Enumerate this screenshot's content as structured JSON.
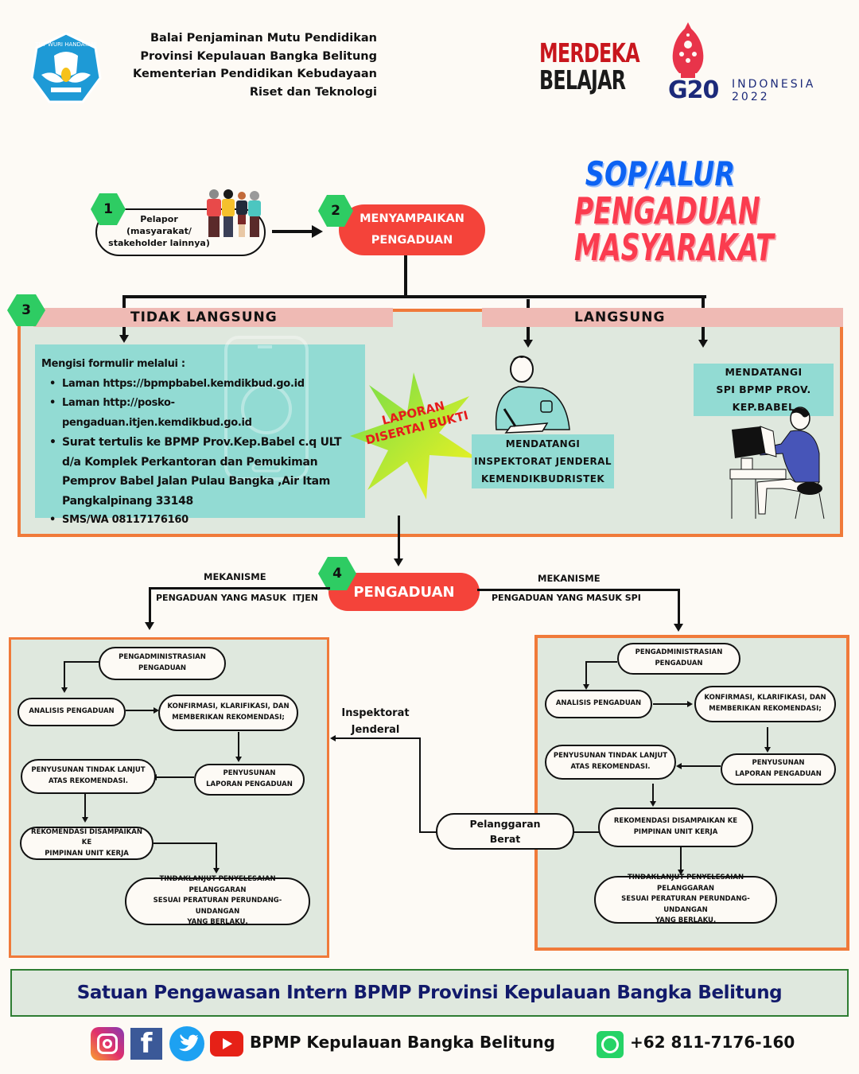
{
  "header": {
    "logo_text": "TUT WURI HANDAYANI",
    "institution_lines": [
      "Balai Penjaminan Mutu Pendidikan",
      "Provinsi Kepulauan Bangka Belitung",
      "Kementerian Pendidikan Kebudayaan",
      "Riset dan Teknologi"
    ],
    "merdeka": [
      "MERDEKA",
      "BELAJAR"
    ],
    "g20": {
      "mark": "G20",
      "country": "INDONESIA",
      "year": "2022"
    }
  },
  "title": {
    "line1": "SOP/ALUR",
    "line2": "PENGADUAN",
    "line3": "MASYARAKAT",
    "colors": {
      "blue": "#0d63f3",
      "red": "#fb3c4f",
      "shadow": "#f6a9b0"
    }
  },
  "steps": {
    "step1": {
      "number": "1",
      "lines": [
        "Pelapor",
        "(masyarakat/",
        "stakeholder lainnya)"
      ]
    },
    "step2": {
      "number": "2",
      "lines": [
        "MENYAMPAIKAN",
        "PENGADUAN"
      ]
    },
    "step3": {
      "number": "3"
    },
    "step4": {
      "number": "4",
      "label": "PENGADUAN"
    }
  },
  "channels": {
    "indirect": {
      "title": "TIDAK LANGSUNG",
      "intro": "Mengisi formulir melalui :",
      "items": [
        "Laman  https://bpmpbabel.kemdikbud.go.id",
        "Laman  http://posko-pengaduan.itjen.kemdikbud.go.id",
        "Surat tertulis ke BPMP Prov.Kep.Babel c.q ULT  d/a Komplek  Perkantoran dan Pemukiman Pemprov Babel  Jalan Pulau Bangka ,Air Itam  Pangkalpinang 33148",
        "SMS/WA 08117176160"
      ]
    },
    "burst": [
      "LAPORAN",
      "DISERTAI BUKTI"
    ],
    "direct": {
      "title": "LANGSUNG",
      "itjen": [
        "MENDATANGI",
        "INSPEKTORAT JENDERAL",
        "KEMENDIKBUDRISTEK"
      ],
      "spi": [
        "MENDATANGI",
        "SPI BPMP PROV.",
        "KEP.BABEL"
      ]
    }
  },
  "mechanisms": {
    "left": {
      "line1": "MEKANISME",
      "line2": "PENGADUAN YANG MASUK  ITJEN"
    },
    "right": {
      "line1": "MEKANISME",
      "line2": "PENGADUAN YANG MASUK SPI"
    }
  },
  "flow": {
    "admin": [
      "PENGADMINISTRASIAN",
      "PENGADUAN"
    ],
    "analysis": "ANALISIS PENGADUAN",
    "confirm": [
      "KONFIRMASI, KLARIFIKASI, DAN",
      "MEMBERIKAN REKOMENDASI;"
    ],
    "report": [
      "PENYUSUNAN",
      "LAPORAN PENGADUAN"
    ],
    "followup": [
      "PENYUSUNAN TINDAK LANJUT",
      "ATAS REKOMENDASI."
    ],
    "recommend": [
      "REKOMENDASI DISAMPAIKAN KE",
      "PIMPINAN UNIT KERJA"
    ],
    "resolve": [
      "TINDAKLANJUT PENYELESAIAN PELANGGARAN",
      "SESUAI  PERATURAN PERUNDANG-UNDANGAN",
      "YANG BERLAKU."
    ]
  },
  "escalation": {
    "violation": [
      "Pelanggaran",
      "Berat"
    ],
    "target": [
      "Inspektorat",
      "Jenderal"
    ]
  },
  "footer": {
    "banner": "Satuan Pengawasan Intern BPMP Provinsi Kepulauan Bangka Belitung",
    "social_handle": "BPMP Kepulauan Bangka Belitung",
    "phone": "+62 811-7176-160",
    "icons": [
      "instagram-icon",
      "facebook-icon",
      "twitter-icon",
      "youtube-icon",
      "whatsapp-icon"
    ]
  },
  "colors": {
    "accent_orange": "#f07a3a",
    "panel_bg": "#dfe8de",
    "teal": "#92dbd3",
    "pink_bar": "#efbab4",
    "hex_green": "#2ecc63",
    "pill_red": "#f4433a",
    "navy_text": "#121a6b",
    "banner_border": "#2e7d32"
  }
}
